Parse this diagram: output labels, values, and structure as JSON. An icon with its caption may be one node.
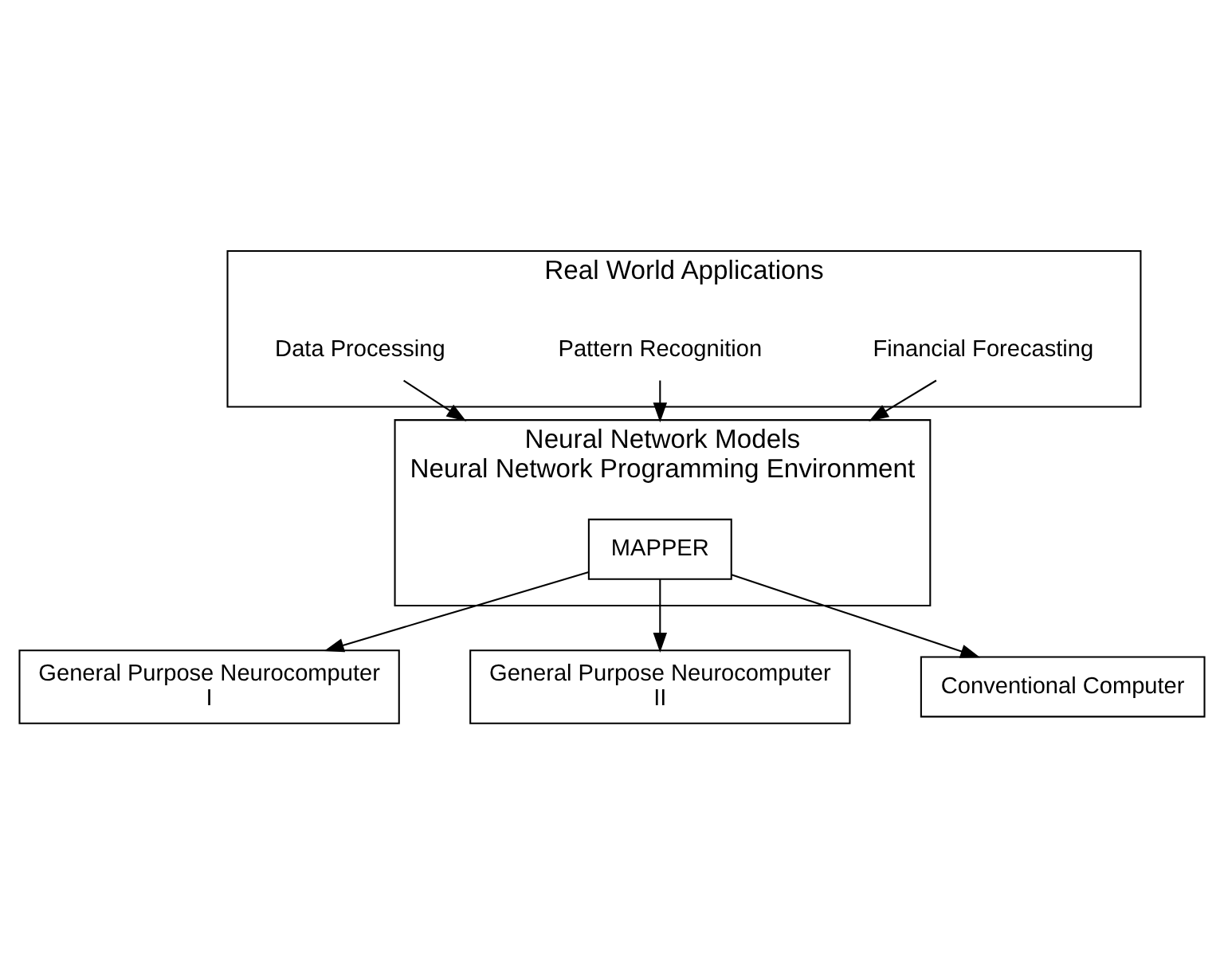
{
  "diagram": {
    "nodes": [
      {
        "text": [
          "Real World Applications"
        ]
      },
      {
        "text": [
          "Financial Forecasting"
        ],
        "in": 0
      },
      {
        "text": [
          "Pattern Recognition"
        ],
        "in": 0
      },
      {
        "text": [
          "Data Processing"
        ],
        "in": 0
      },
      {
        "text": [
          "Neural Network Models",
          "Neural Network Programming Environment"
        ]
      },
      {
        "text": [
          "MAPPER"
        ],
        "in": 4
      },
      {
        "text": [
          "General Purpose Neurocomputer",
          "I"
        ]
      },
      {
        "text": [
          "General Purpose Neurocomputer",
          "II"
        ]
      },
      {
        "text": [
          "Conventional Computer"
        ]
      }
    ],
    "edges": [
      {
        "from": 1,
        "to": 4,
        "arrow": "to"
      },
      {
        "from": 2,
        "to": 4,
        "arrow": "to"
      },
      {
        "from": 3,
        "to": 4,
        "arrow": "to"
      },
      {
        "from": 5,
        "to": 6,
        "arrow": "to"
      },
      {
        "from": 5,
        "to": 7,
        "arrow": "to"
      },
      {
        "from": 5,
        "to": 8,
        "arrow": "to"
      }
    ]
  }
}
